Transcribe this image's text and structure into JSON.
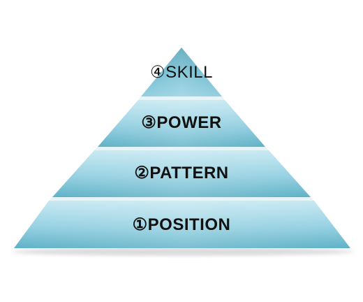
{
  "pyramid": {
    "tiers": [
      {
        "label": "④SKILL"
      },
      {
        "label": "③POWER"
      },
      {
        "label": "②PATTERN"
      },
      {
        "label": "①POSITION"
      }
    ],
    "colors": {
      "face_light": "#c3e6f0",
      "face_mid": "#8ecddf",
      "face_dark": "#5aaec4",
      "edge_light": "#e6f5fa",
      "shadow": "#cfcfcf"
    }
  }
}
